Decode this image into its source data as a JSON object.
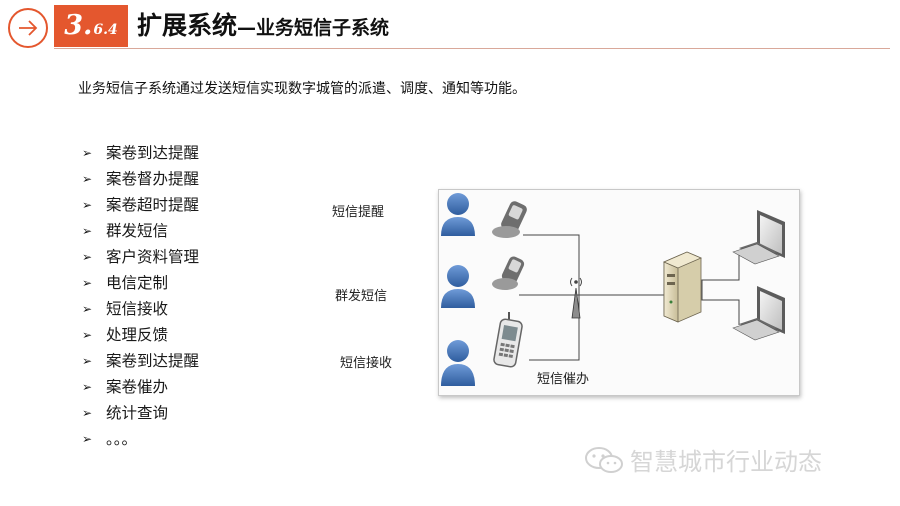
{
  "header": {
    "section_major": "3.",
    "section_minor": "6.4",
    "title_main": "扩展系统",
    "title_sub": "—业务短信子系统"
  },
  "intro": "业务短信子系统通过发送短信实现数字城管的派遣、调度、通知等功能。",
  "features": [
    {
      "label": "案卷到达提醒"
    },
    {
      "label": "案卷督办提醒"
    },
    {
      "label": "案卷超时提醒"
    },
    {
      "label": "群发短信"
    },
    {
      "label": "客户资料管理"
    },
    {
      "label": "电信定制"
    },
    {
      "label": "短信接收"
    },
    {
      "label": "处理反馈"
    },
    {
      "label": "案卷到达提醒"
    },
    {
      "label": "案卷催办"
    },
    {
      "label": "统计查询"
    },
    {
      "label": "。。。"
    }
  ],
  "diagram": {
    "label_1": "短信提醒",
    "label_2": "群发短信",
    "label_3": "短信接收",
    "label_4": "短信催办"
  },
  "footer": {
    "brand": "智慧城市行业动态"
  },
  "colors": {
    "accent": "#e4572e",
    "person": "#4a78b8"
  }
}
